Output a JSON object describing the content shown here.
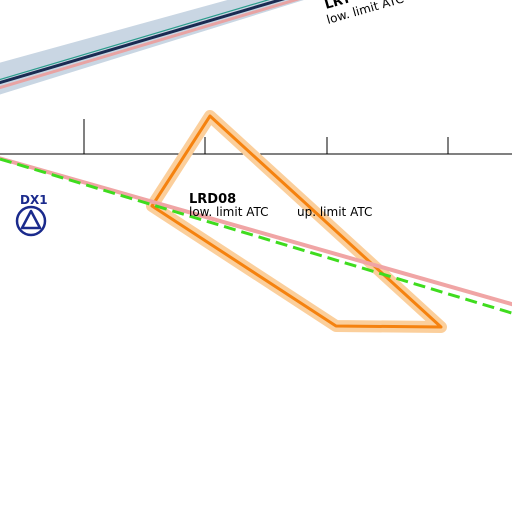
{
  "map": {
    "background": "#ffffff",
    "airways": [
      {
        "name": "LRT",
        "visible_name": "LRT",
        "label": "low. limit ATC",
        "band_color": "#c9d6e3",
        "line_colors": [
          "#1a2b52",
          "#2a9c8c",
          "#e8a3a3"
        ]
      }
    ],
    "sector": {
      "name": "LRD08",
      "lower_limit": "low. limit ATC",
      "upper_limit": "up. limit ATC",
      "outline_color": "#f5820f",
      "fill_color": "#fbcf9c"
    },
    "navaid": {
      "name": "DX1",
      "symbol": "triangle-in-circle-icon",
      "color": "#1a2a8c"
    },
    "route_lines": {
      "solid_color": "#f0a5a5",
      "dashed_color": "#3fdc1e"
    },
    "scale": {
      "color": "#000000"
    }
  }
}
